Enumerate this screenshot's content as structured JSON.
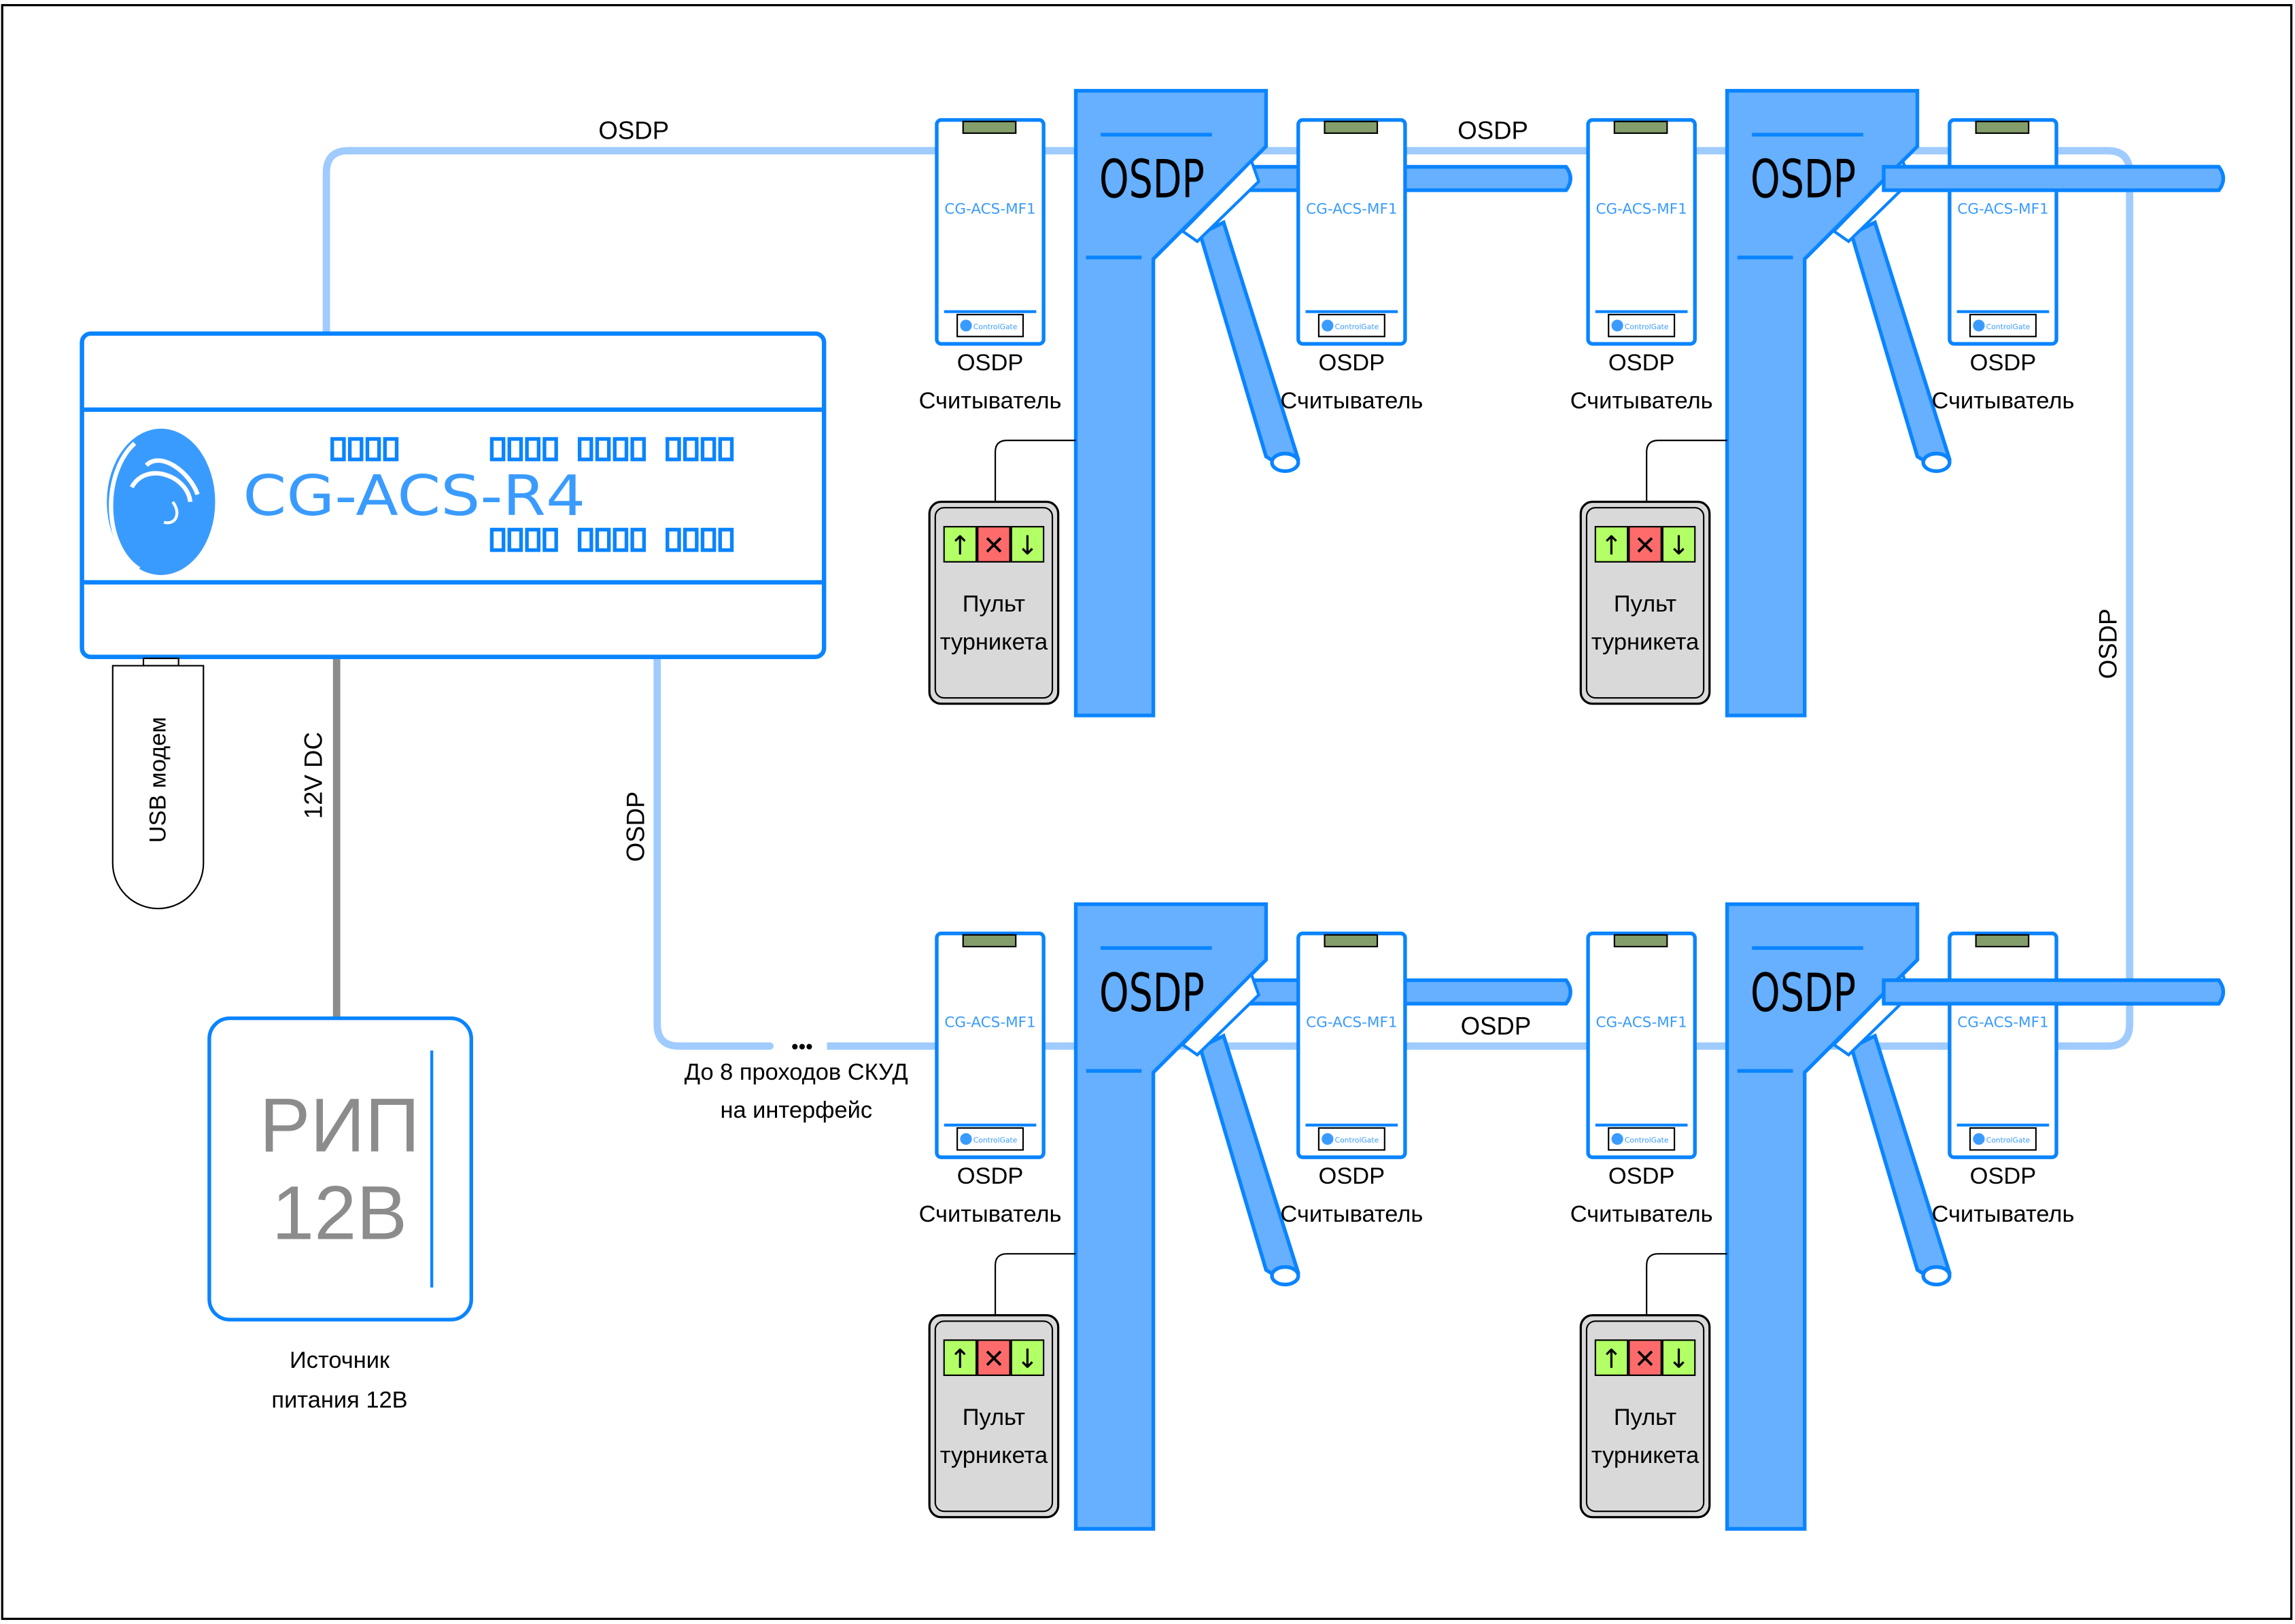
{
  "controller": {
    "model": "CG-ACS-R4",
    "brand_color": "#0A84FF",
    "logo_color": "#3A9BFF"
  },
  "usb_modem": {
    "label": "USB модем"
  },
  "power": {
    "line_label": "12V DC",
    "box_line1": "РИП",
    "box_line2": "12В",
    "caption_line1": "Источник",
    "caption_line2": "питания 12В"
  },
  "bus": {
    "label": "OSDP",
    "note_line1": "До 8 проходов СКУД",
    "note_line2": "на интерфейс",
    "ellipsis": "•••",
    "line_color": "#9FCBFF"
  },
  "turnstiles": [
    {
      "id": "t1",
      "label": "OSDP"
    },
    {
      "id": "t2",
      "label": "OSDP"
    },
    {
      "id": "t3",
      "label": "OSDP"
    },
    {
      "id": "t4",
      "label": "OSDP"
    }
  ],
  "reader": {
    "model": "CG-ACS-MF1",
    "brand": "ControlGate",
    "caption_line1": "OSDP",
    "caption_line2": "Считыватель"
  },
  "remote": {
    "label_line1": "Пульт",
    "label_line2": "турникета",
    "buttons": [
      {
        "name": "arrow-up",
        "glyph": "↑",
        "color": "#B3FF66"
      },
      {
        "name": "stop",
        "glyph": "✕",
        "color": "#FF6B6B"
      },
      {
        "name": "arrow-down",
        "glyph": "↓",
        "color": "#B3FF66"
      }
    ]
  },
  "colors": {
    "turnstile_fill": "#66B0FF",
    "turnstile_stroke": "#0A84FF",
    "reader_window": "#839E6A",
    "power_line": "#8C8C8C",
    "remote_fill": "#D9D9D9"
  }
}
